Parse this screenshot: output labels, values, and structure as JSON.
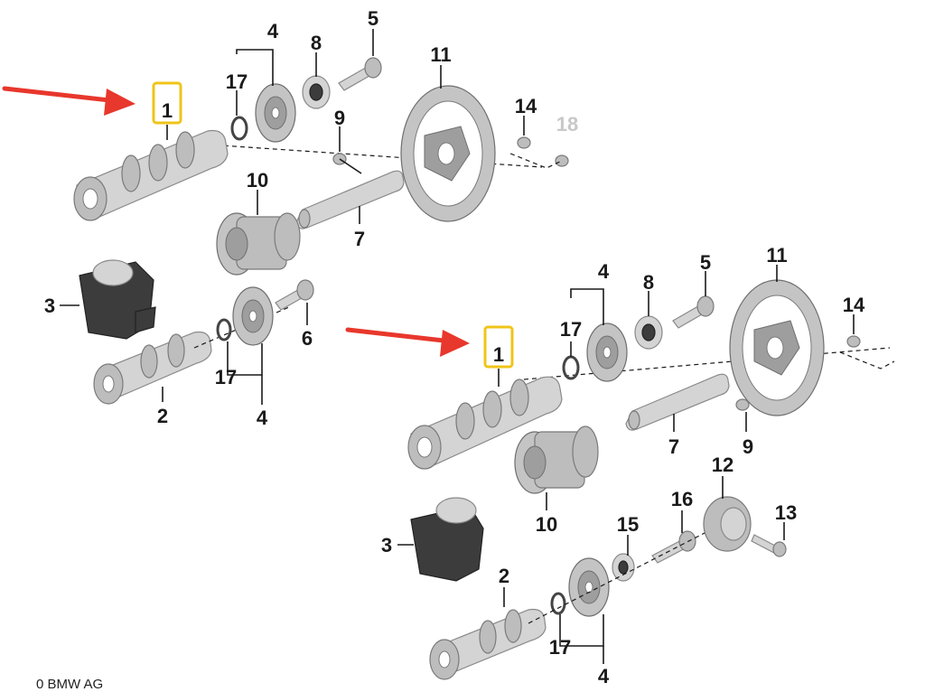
{
  "copyright": "0 BMW AG",
  "upper_group": {
    "labels": {
      "camshaft": "1",
      "camshaft_2": "2",
      "actuator": "3",
      "gear_top": "4",
      "gear_bottom": "4",
      "bolt_top": "5",
      "bolt_bottom": "6",
      "shaft": "7",
      "bearing": "8",
      "screw": "9",
      "gear_10": "10",
      "sprocket": "11",
      "screw_14": "14",
      "screw_18": "18",
      "washer_top": "17",
      "washer_bottom": "17"
    }
  },
  "lower_group": {
    "labels": {
      "camshaft": "1",
      "camshaft_2": "2",
      "actuator": "3",
      "gear_top": "4",
      "gear_bottom": "4",
      "bolt_top": "5",
      "shaft": "7",
      "bearing": "8",
      "screw": "9",
      "gear_10": "10",
      "sprocket": "11",
      "hub": "12",
      "screw_13": "13",
      "screw_14": "14",
      "bearing_15": "15",
      "bolt_16": "16",
      "washer_top": "17",
      "washer_bottom": "17"
    }
  },
  "colors": {
    "arrow": "#e8372c",
    "highlight": "#f0c419"
  }
}
